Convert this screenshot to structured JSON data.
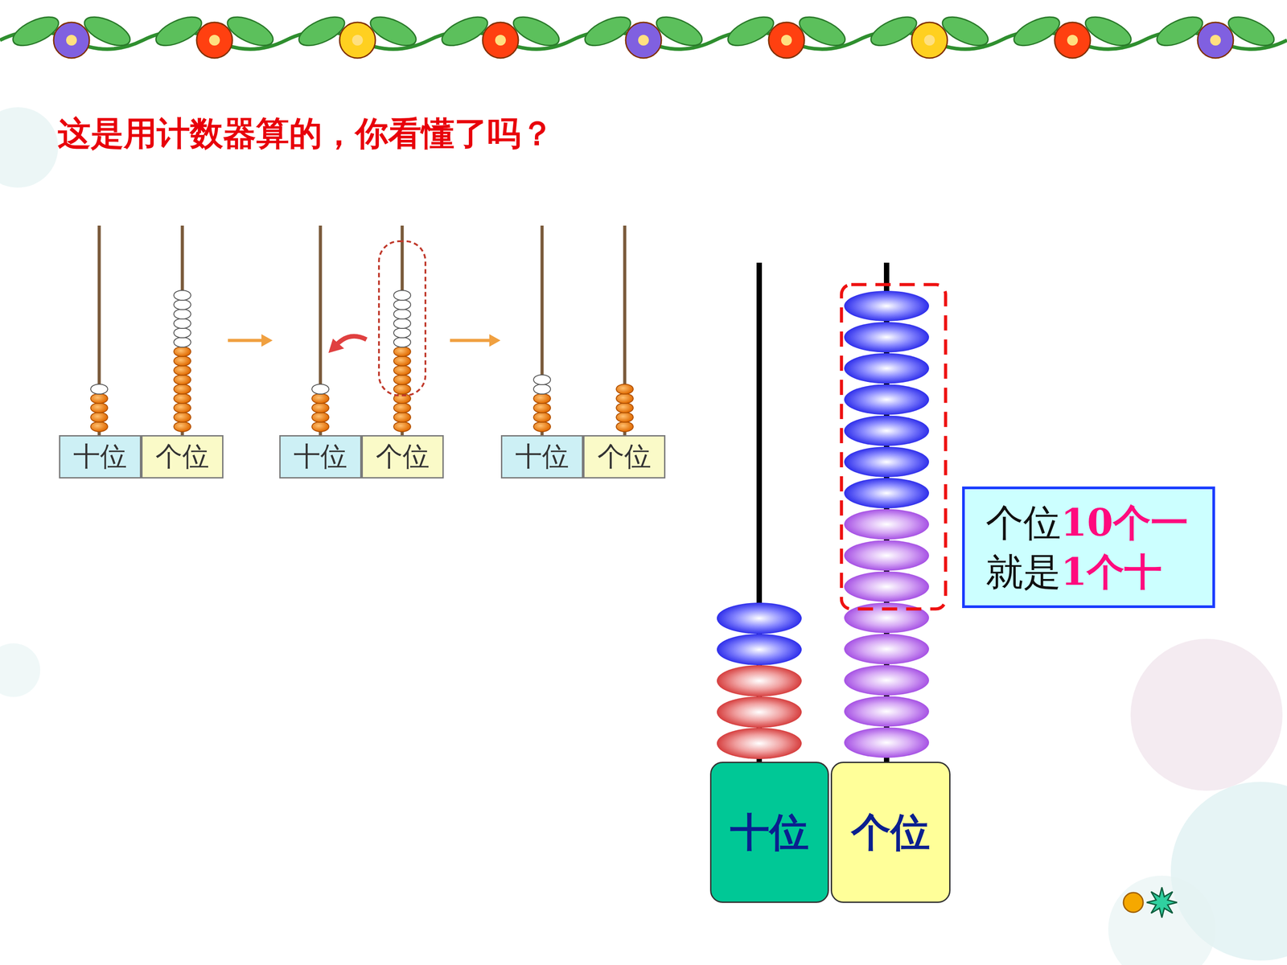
{
  "diagram": {
    "title": "这是用计数器算的，你看懂了吗？",
    "nodes": [
      {
        "text": [
          "十位"
        ]
      },
      {
        "text": [
          "个位"
        ]
      },
      {
        "text": [
          "十位"
        ]
      },
      {
        "text": [
          "个位"
        ]
      },
      {
        "text": [
          "十位"
        ]
      },
      {
        "text": [
          "个位"
        ]
      },
      {
        "text": [
          "个位10个一 就是1个十"
        ]
      },
      {
        "text": [
          "十位"
        ]
      },
      {
        "text": [
          "个位"
        ]
      }
    ]
  }
}
